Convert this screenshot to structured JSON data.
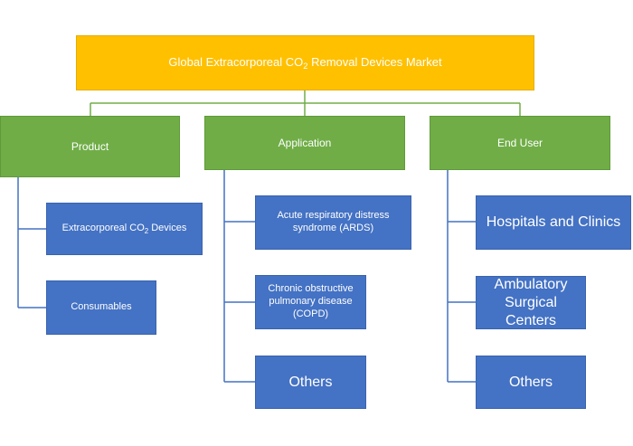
{
  "root": {
    "title_prefix": "Global Extracorporeal CO",
    "title_sub": "2",
    "title_suffix": " Removal Devices Market"
  },
  "categories": [
    {
      "label": "Product",
      "items": [
        {
          "prefix": "Extracorporeal CO",
          "sub": "2",
          "suffix": " Devices"
        },
        {
          "text": "Consumables"
        }
      ]
    },
    {
      "label": "Application",
      "items": [
        {
          "text": "Acute respiratory distress syndrome (ARDS)"
        },
        {
          "text": "Chronic obstructive pulmonary disease (COPD)"
        },
        {
          "text": "Others"
        }
      ]
    },
    {
      "label": "End User",
      "items": [
        {
          "text": "Hospitals and Clinics"
        },
        {
          "text": "Ambulatory Surgical Centers"
        },
        {
          "text": "Others"
        }
      ]
    }
  ],
  "colors": {
    "root": "#ffc000",
    "category": "#70ad47",
    "leaf": "#4472c4",
    "connector": "#70ad47",
    "connector_leaf": "#4472c4"
  }
}
